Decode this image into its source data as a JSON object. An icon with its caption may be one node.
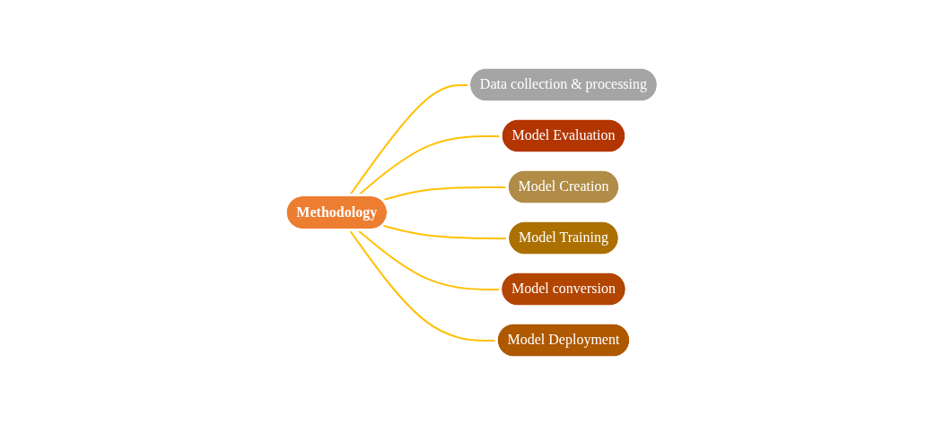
{
  "diagram": {
    "nodes": [
      {
        "text": [
          "Data collection & processing"
        ]
      },
      {
        "text": [
          "Model Evaluation"
        ]
      },
      {
        "text": [
          "Model Creation"
        ]
      },
      {
        "text": [
          "Methodology"
        ]
      },
      {
        "text": [
          "Model Training"
        ]
      },
      {
        "text": [
          "Model conversion"
        ]
      },
      {
        "text": [
          "Model Deployment"
        ]
      }
    ],
    "edges": [
      {
        "from": 3,
        "to": 0,
        "arrow": "none"
      },
      {
        "from": 3,
        "to": 1,
        "arrow": "none"
      },
      {
        "from": 3,
        "to": 2,
        "arrow": "none"
      },
      {
        "from": 3,
        "to": 4,
        "arrow": "none"
      },
      {
        "from": 3,
        "to": 5,
        "arrow": "none"
      },
      {
        "from": 3,
        "to": 6,
        "arrow": "none"
      }
    ]
  }
}
